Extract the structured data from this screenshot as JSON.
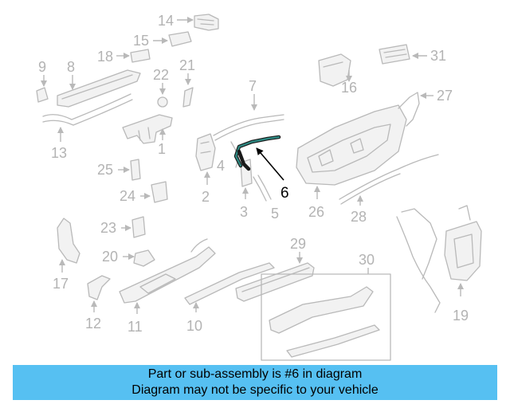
{
  "diagram": {
    "highlighted_part": "6",
    "callouts": [
      "1",
      "2",
      "3",
      "4",
      "5",
      "6",
      "7",
      "8",
      "9",
      "10",
      "11",
      "12",
      "13",
      "14",
      "15",
      "16",
      "17",
      "18",
      "19",
      "20",
      "21",
      "22",
      "23",
      "24",
      "25",
      "26",
      "27",
      "28",
      "29",
      "30",
      "31"
    ]
  },
  "banner": {
    "line1": "Part or sub-assembly is #6 in diagram",
    "line2": "Diagram may not be specific to your vehicle"
  },
  "colors": {
    "banner_bg": "#56c0f2",
    "part_gray": "#b9b9b9",
    "highlight": "#2e8b84"
  }
}
